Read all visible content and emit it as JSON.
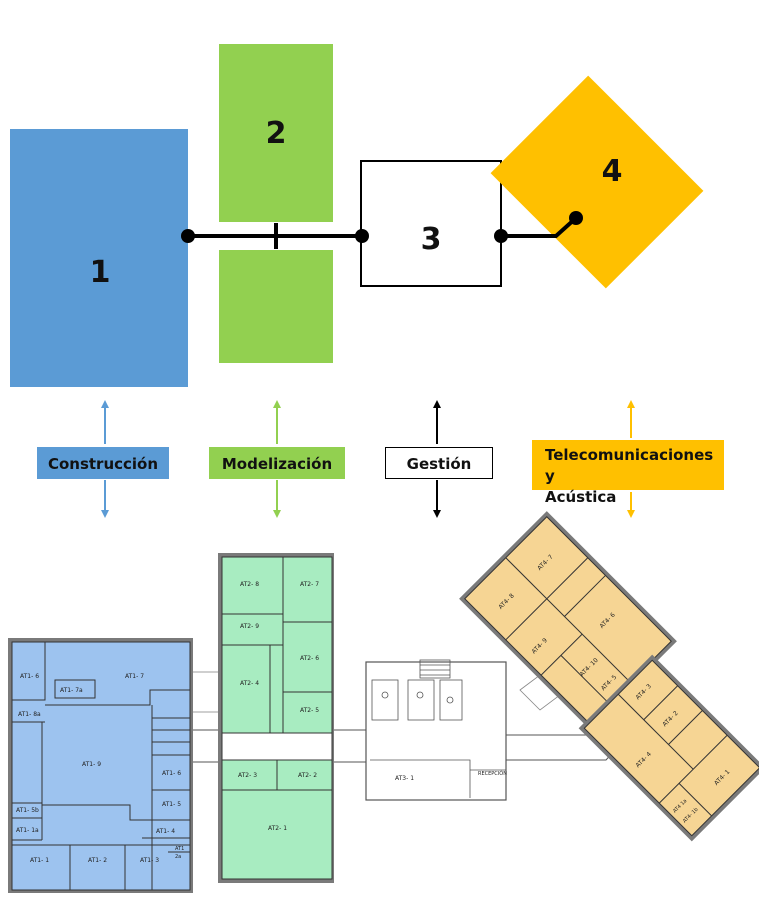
{
  "colors": {
    "blue": "#5b9bd5",
    "green": "#92d050",
    "orange": "#ffc000",
    "plan_blue": "#9dc3ef",
    "plan_green": "#a8ecc1",
    "plan_orange": "#f6d594"
  },
  "blocks": {
    "b1": "1",
    "b2": "2",
    "b3": "3",
    "b4": "4"
  },
  "categories": {
    "construccion": "Construcción",
    "modelizacion": "Modelización",
    "gestion": "Gestión",
    "telecom_line1": "Telecomunicaciones y",
    "telecom_line2": "Acústica"
  },
  "rooms": {
    "at1": {
      "r6": "AT1- 6",
      "r7": "AT1- 7",
      "r7a": "AT1- 7a",
      "r8a": "AT1- 8a",
      "r9": "AT1- 9",
      "r6b": "AT1- 6",
      "r5": "AT1- 5",
      "r5b": "AT1- 5b",
      "r1a": "AT1- 1a",
      "r4": "AT1- 4",
      "r1": "AT1- 1",
      "r2": "AT1- 2",
      "r3": "AT1- 3",
      "r3a": "AT1",
      "r3b": "2a"
    },
    "at2": {
      "r8": "AT2- 8",
      "r7": "AT2- 7",
      "r9": "AT2- 9",
      "r6": "AT2- 6",
      "r4": "AT2- 4",
      "r5": "AT2- 5",
      "r3": "AT2- 3",
      "r2": "AT2- 2",
      "r1": "AT2- 1"
    },
    "at3": {
      "r1": "AT3- 1",
      "recepcion": "RECEPCIÓN"
    },
    "at4": {
      "r8": "AT4- 8",
      "r9": "AT4- 9",
      "r7": "AT4- 7",
      "r10": "AT4- 10",
      "r6": "AT4- 6",
      "r5": "AT4- 5",
      "r3": "AT4- 3",
      "r2": "AT4- 2",
      "r4": "AT4- 4",
      "r1": "AT4- 1",
      "r1a": "AT4 1a",
      "r1b": "AT4- 1b"
    }
  }
}
